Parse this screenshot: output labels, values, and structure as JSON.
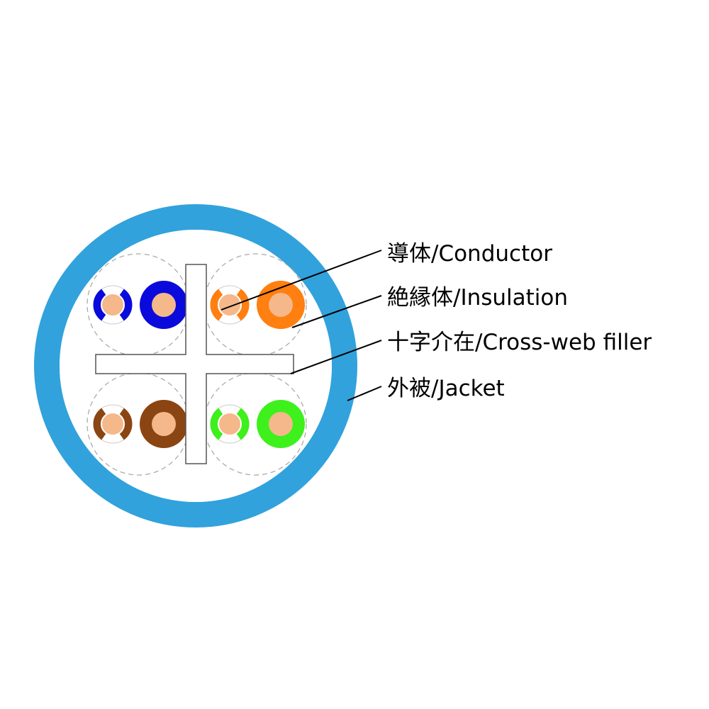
{
  "colors": {
    "jacket": "#31a2dc",
    "cable_interior": "#ffffff",
    "conductor": "#f5b88a",
    "filler_fill": "#ffffff",
    "filler_stroke": "#555555",
    "pair_outline": "#aaaaaa",
    "blue": "#0a0adc",
    "orange": "#ff7f11",
    "brown": "#8b4513",
    "green": "#3ef01c"
  },
  "pairs": [
    {
      "color_name": "blue"
    },
    {
      "color_name": "orange"
    },
    {
      "color_name": "brown"
    },
    {
      "color_name": "green"
    }
  ],
  "labels": {
    "conductor": "導体/Conductor",
    "insulation": "絶縁体/Insulation",
    "filler": "十字介在/Cross-web filler",
    "jacket": "外被/Jacket"
  }
}
